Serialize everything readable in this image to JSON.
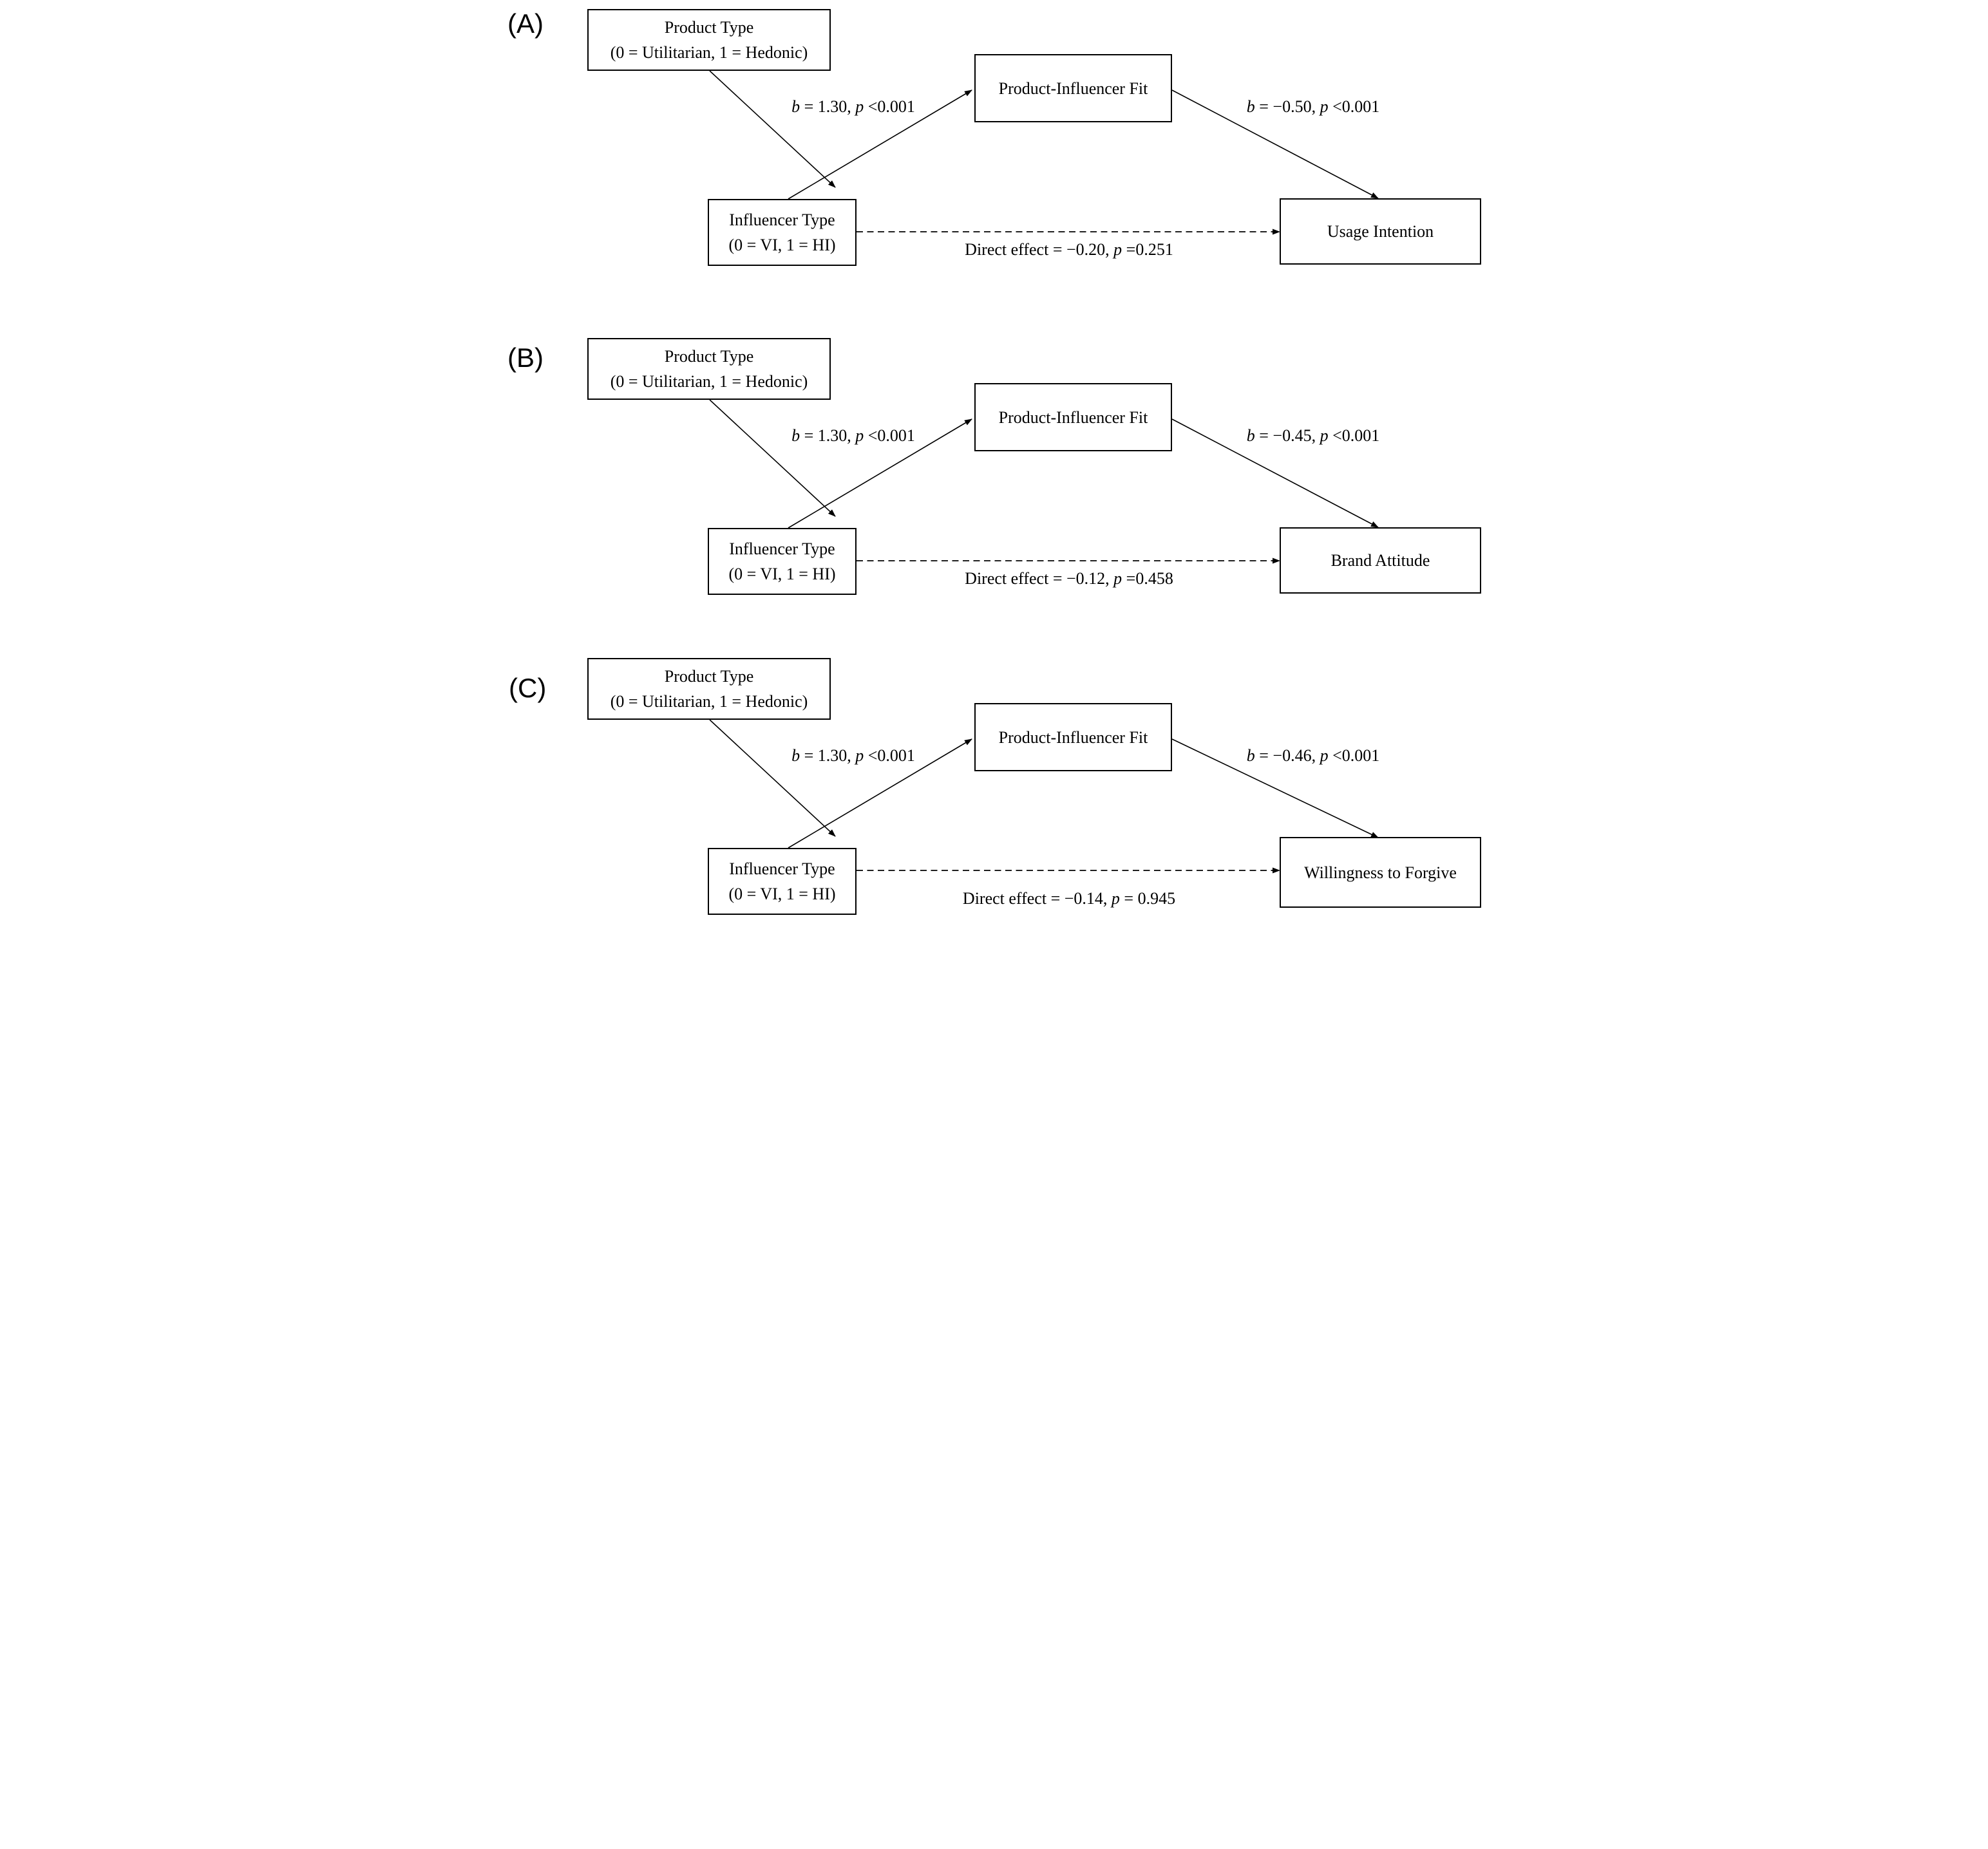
{
  "figure": {
    "background": "#ffffff",
    "stroke_color": "#000000",
    "text_color": "#000000"
  },
  "panels": [
    {
      "letter": "(A)",
      "product_type_box": {
        "line1": "Product Type",
        "line2": "(0 = Utilitarian, 1 = Hedonic)"
      },
      "mediator_box": {
        "label": "Product-Influencer Fit"
      },
      "influencer_type_box": {
        "line1": "Influencer Type",
        "line2": "(0 = VI, 1 = HI)"
      },
      "outcome_box": {
        "label": "Usage Intention"
      },
      "path_to_mediator": {
        "var1": "b",
        "seg1": " = 1.30, ",
        "var2": "p",
        "seg2": " <0.001"
      },
      "path_from_mediator": {
        "var1": "b",
        "seg1": " = −0.50, ",
        "var2": "p",
        "seg2": " <0.001"
      },
      "direct_effect": {
        "seg1": "Direct effect = −0.20, ",
        "var": "p",
        "seg2": " =0.251"
      }
    },
    {
      "letter": "(B)",
      "product_type_box": {
        "line1": "Product Type",
        "line2": "(0 = Utilitarian, 1 = Hedonic)"
      },
      "mediator_box": {
        "label": "Product-Influencer Fit"
      },
      "influencer_type_box": {
        "line1": "Influencer Type",
        "line2": "(0 = VI, 1 = HI)"
      },
      "outcome_box": {
        "label": "Brand Attitude"
      },
      "path_to_mediator": {
        "var1": "b",
        "seg1": " = 1.30, ",
        "var2": "p",
        "seg2": " <0.001"
      },
      "path_from_mediator": {
        "var1": "b",
        "seg1": " = −0.45, ",
        "var2": "p",
        "seg2": " <0.001"
      },
      "direct_effect": {
        "seg1": "Direct effect = −0.12, ",
        "var": "p",
        "seg2": " =0.458"
      }
    },
    {
      "letter": "(C)",
      "product_type_box": {
        "line1": "Product Type",
        "line2": "(0 = Utilitarian, 1 = Hedonic)"
      },
      "mediator_box": {
        "label": "Product-Influencer Fit"
      },
      "influencer_type_box": {
        "line1": "Influencer Type",
        "line2": "(0 = VI, 1 = HI)"
      },
      "outcome_box": {
        "label": "Willingness to Forgive"
      },
      "path_to_mediator": {
        "var1": "b",
        "seg1": " = 1.30, ",
        "var2": "p",
        "seg2": " <0.001"
      },
      "path_from_mediator": {
        "var1": "b",
        "seg1": " = −0.46, ",
        "var2": "p",
        "seg2": " <0.001"
      },
      "direct_effect": {
        "seg1": "Direct effect = −0.14, ",
        "var": "p",
        "seg2": " = 0.945"
      }
    }
  ]
}
